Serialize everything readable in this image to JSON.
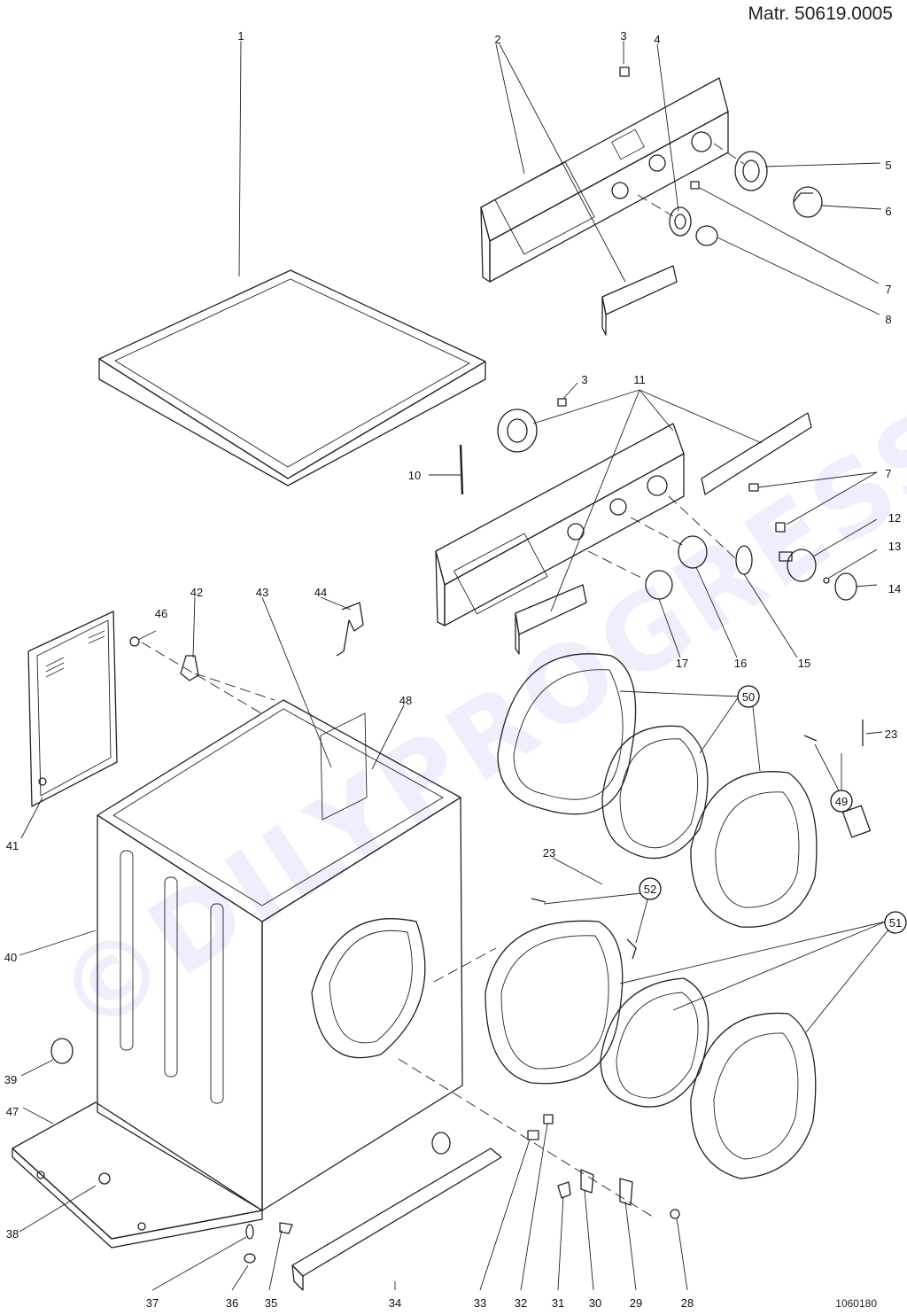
{
  "header": {
    "material_number": "Matr. 50619.0005"
  },
  "footer": {
    "drawing_code": "1060180"
  },
  "watermark": {
    "text": "©DILYPROGRESS.cz",
    "color": "#9696eb"
  },
  "parts": [
    "1",
    "2",
    "3",
    "4",
    "5",
    "6",
    "7",
    "8",
    "10",
    "11",
    "12",
    "13",
    "14",
    "15",
    "16",
    "17",
    "23",
    "28",
    "29",
    "30",
    "31",
    "32",
    "33",
    "34",
    "35",
    "36",
    "37",
    "38",
    "39",
    "40",
    "41",
    "42",
    "43",
    "44",
    "46",
    "47",
    "48",
    "49",
    "50",
    "51",
    "52"
  ],
  "circled_parts": [
    "49",
    "50",
    "51",
    "52"
  ]
}
